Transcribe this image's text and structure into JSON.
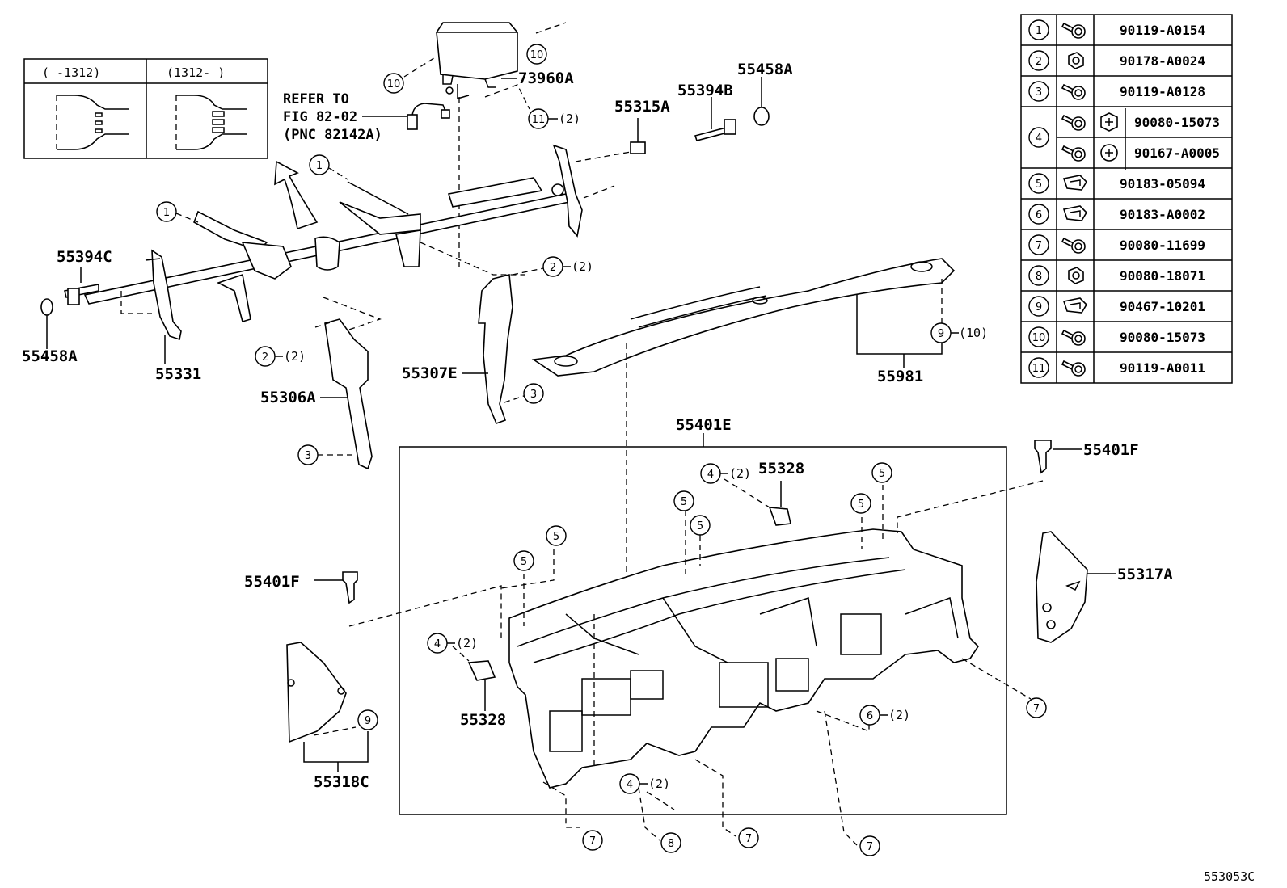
{
  "diagram_id": "553053C",
  "inset": {
    "left_header": "(    -1312)",
    "right_header": "(1312-    )"
  },
  "refer_note": [
    "REFER TO",
    "FIG 82-02",
    "(PNC 82142A)"
  ],
  "parts": {
    "p55394C": "55394C",
    "p55458A_left": "55458A",
    "p55331": "55331",
    "p55306A": "55306A",
    "p55307E": "55307E",
    "p73960A": "73960A",
    "p55315A": "55315A",
    "p55394B": "55394B",
    "p55458A_right": "55458A",
    "p55981": "55981",
    "p55401E": "55401E",
    "p55401F_right": "55401F",
    "p55401F_left": "55401F",
    "p55328_top": "55328",
    "p55328_left": "55328",
    "p55317A": "55317A",
    "p55318C": "55318C"
  },
  "qty": {
    "q2": "(2)",
    "q10": "(10)"
  },
  "fastener_table": [
    {
      "ref": "1",
      "part": "90119-A0154",
      "icon": "bolt-icon"
    },
    {
      "ref": "2",
      "part": "90178-A0024",
      "icon": "nut-icon"
    },
    {
      "ref": "3",
      "part": "90119-A0128",
      "icon": "bolt-icon"
    },
    {
      "ref": "4",
      "part": "90080-15073",
      "icon": "bolt-icon",
      "variant_icon": "hex-head-icon"
    },
    {
      "ref": "4",
      "part": "90167-A0005",
      "icon": "bolt-icon",
      "variant_icon": "phillips-head-icon"
    },
    {
      "ref": "5",
      "part": "90183-05094",
      "icon": "clip-icon"
    },
    {
      "ref": "6",
      "part": "90183-A0002",
      "icon": "clip-icon"
    },
    {
      "ref": "7",
      "part": "90080-11699",
      "icon": "bolt-icon"
    },
    {
      "ref": "8",
      "part": "90080-18071",
      "icon": "nut-icon"
    },
    {
      "ref": "9",
      "part": "90467-10201",
      "icon": "clip-icon"
    },
    {
      "ref": "10",
      "part": "90080-15073",
      "icon": "bolt-icon"
    },
    {
      "ref": "11",
      "part": "90119-A0011",
      "icon": "bolt-icon"
    }
  ]
}
